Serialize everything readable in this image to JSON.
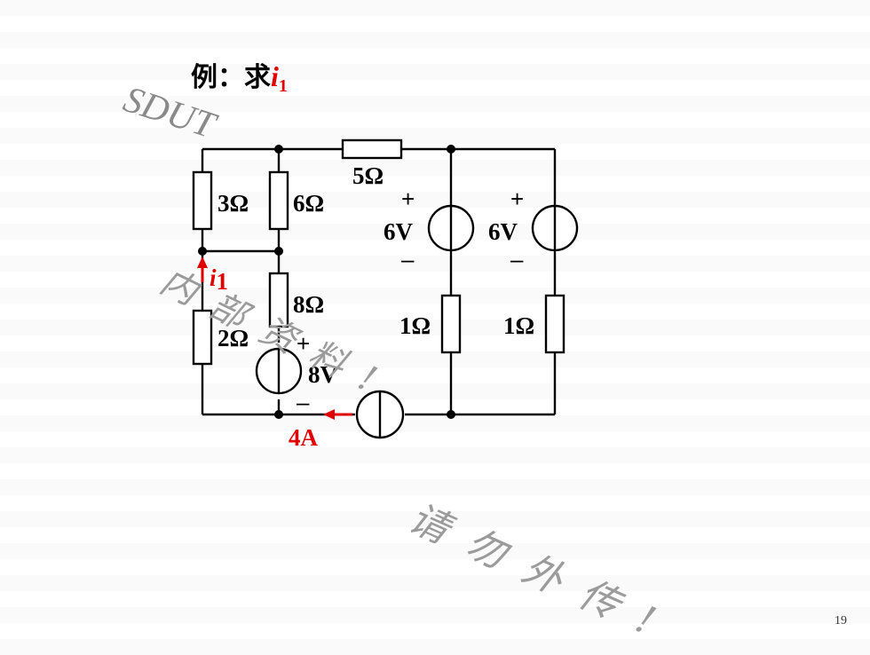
{
  "slide": {
    "title_prefix": "例：求",
    "title_var": "i",
    "title_sub": "1",
    "page_number": "19"
  },
  "circuit": {
    "resistors": {
      "r_left_top": "3Ω",
      "r_mid_top": "6Ω",
      "r_top_series": "5Ω",
      "r_mid_lower": "8Ω",
      "r_left_bottom": "2Ω",
      "r_branch3": "1Ω",
      "r_branch4": "1Ω"
    },
    "sources": {
      "v_branch3": "6V",
      "v_branch4": "6V",
      "v_mid": "8V",
      "i_bottom": "4A"
    },
    "polarity": {
      "plus": "+",
      "minus": "–"
    },
    "current_label_var": "i",
    "current_label_sub": "1"
  },
  "watermarks": {
    "sdut": "SDUT",
    "internal": "内部资料!",
    "no_spread": "请勿外传!"
  },
  "colors": {
    "wire": "#000000",
    "accent_red": "#e00000",
    "watermark_gray": "#9a9a9a"
  }
}
